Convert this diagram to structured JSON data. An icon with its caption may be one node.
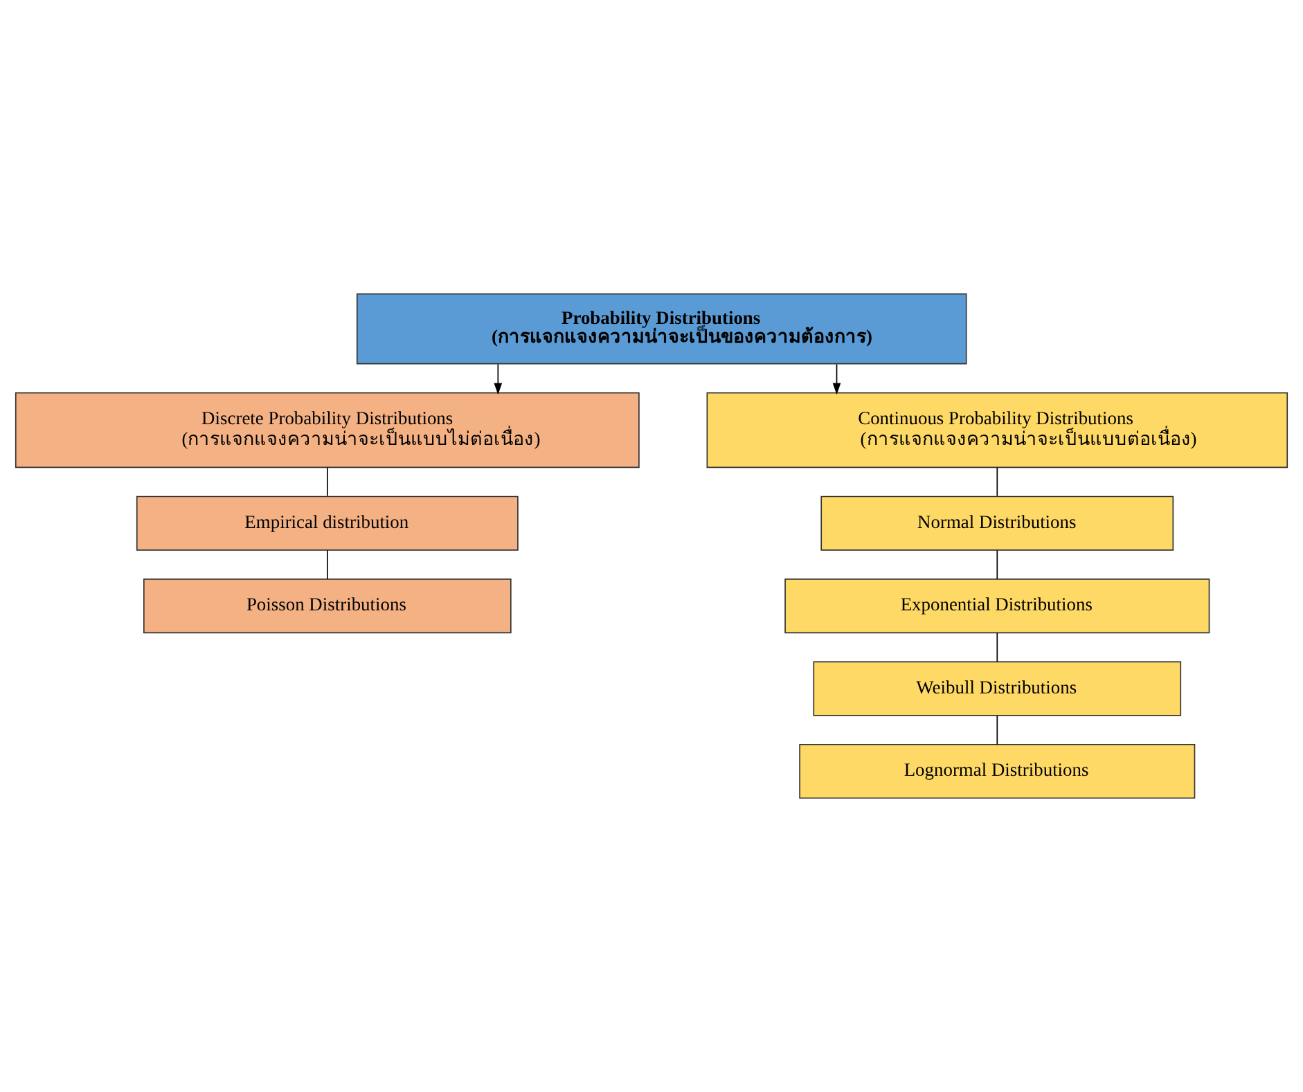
{
  "diagram": {
    "nodes": [
      {
        "text": [
          "Probability Distributions",
          "(การแจกแจงความน่าจะเป็นของความต้องการ)"
        ]
      },
      {
        "text": [
          "Discrete Probability Distributions",
          "(การแจกแจงความน่าจะเป็นแบบไม่ต่อเนื่อง)"
        ]
      },
      {
        "text": [
          "Empirical distribution"
        ]
      },
      {
        "text": [
          "Poisson Distributions"
        ]
      },
      {
        "text": [
          "Continuous Probability Distributions",
          "(การแจกแจงความน่าจะเป็นแบบต่อเนื่อง)"
        ]
      },
      {
        "text": [
          "Normal Distributions"
        ]
      },
      {
        "text": [
          "Exponential Distributions"
        ]
      },
      {
        "text": [
          "Weibull Distributions"
        ]
      },
      {
        "text": [
          "Lognormal Distributions"
        ]
      }
    ],
    "edges": [
      {
        "from": 0,
        "to": 1,
        "arrow": "to"
      },
      {
        "from": 0,
        "to": 4,
        "arrow": "to"
      },
      {
        "from": 1,
        "to": 2,
        "arrow": "none"
      },
      {
        "from": 2,
        "to": 3,
        "arrow": "none"
      },
      {
        "from": 4,
        "to": 5,
        "arrow": "none"
      },
      {
        "from": 5,
        "to": 6,
        "arrow": "none"
      },
      {
        "from": 6,
        "to": 7,
        "arrow": "none"
      },
      {
        "from": 7,
        "to": 8,
        "arrow": "none"
      }
    ]
  }
}
